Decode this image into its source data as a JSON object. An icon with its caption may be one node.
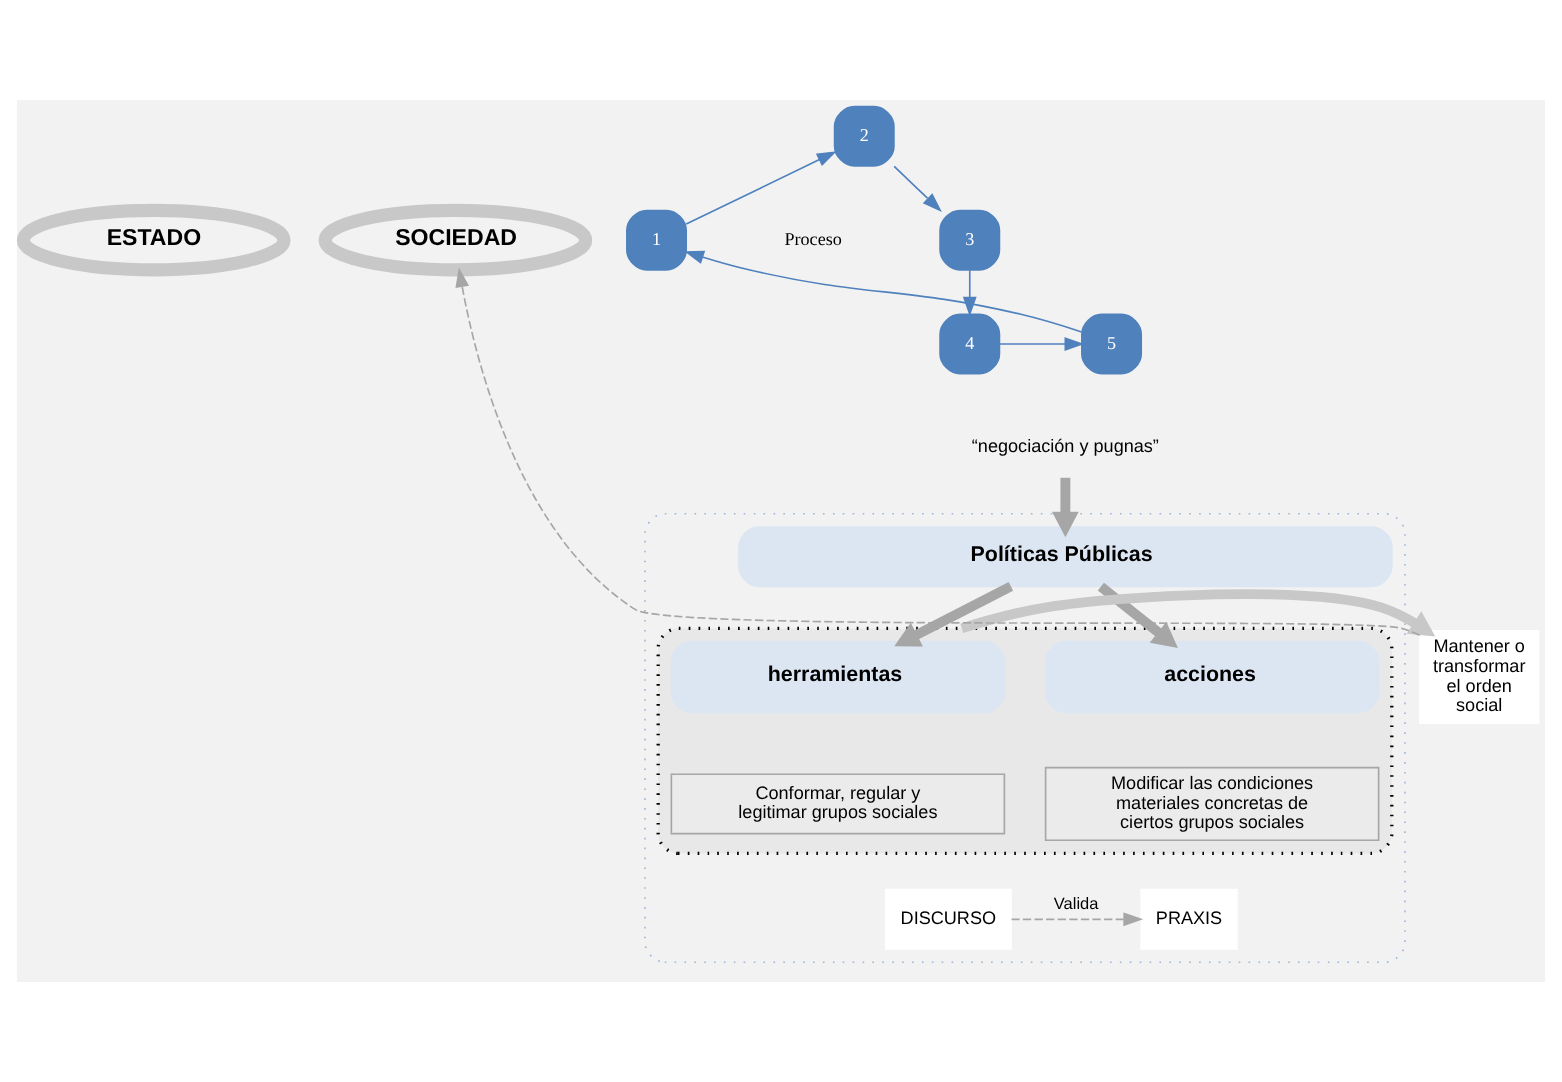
{
  "diagram": {
    "nodes": [
      {
        "text": [
          "ESTADO"
        ]
      },
      {
        "text": [
          "SOCIEDAD"
        ]
      },
      {
        "text": [
          "1"
        ]
      },
      {
        "text": [
          "2"
        ]
      },
      {
        "text": [
          "3"
        ]
      },
      {
        "text": [
          "4"
        ]
      },
      {
        "text": [
          "5"
        ]
      },
      {
        "text": [
          "“negociación y pugnas”"
        ]
      },
      {
        "text": [],
        "shape": "box"
      },
      {
        "text": [
          "Políticas Públicas"
        ],
        "in": 8
      },
      {
        "text": [],
        "shape": "box",
        "in": 8
      },
      {
        "text": [
          "herramientas"
        ],
        "in": 10
      },
      {
        "text": [
          "acciones"
        ],
        "in": 10
      },
      {
        "text": [
          "Conformar, regular y legitimar grupos sociales"
        ],
        "in": 10
      },
      {
        "text": [
          "Modificar las condiciones materiales concretas de ciertos grupos sociales"
        ],
        "in": 10
      },
      {
        "text": [
          "DISCURSO"
        ],
        "in": 8
      },
      {
        "text": [
          "PRAXIS"
        ],
        "in": 8
      },
      {
        "text": [
          "Mantener o transformar el orden social"
        ]
      }
    ],
    "edges": [
      {
        "from": 2,
        "to": 3,
        "arrow": "to"
      },
      {
        "from": 3,
        "to": 4,
        "arrow": "to"
      },
      {
        "from": 4,
        "to": 5,
        "arrow": "to"
      },
      {
        "from": 5,
        "to": 6,
        "arrow": "to"
      },
      {
        "from": 6,
        "to": 2,
        "arrow": "to"
      },
      {
        "from": 7,
        "to": 9,
        "arrow": "to",
        "style": "thick",
        "color": "#a6a6a6"
      },
      {
        "from": 9,
        "to": 11,
        "arrow": "to",
        "style": "thick",
        "color": "#a6a6a6"
      },
      {
        "from": 9,
        "to": 12,
        "arrow": "to",
        "style": "thick",
        "color": "#a6a6a6"
      },
      {
        "from": 10,
        "to": 17,
        "arrow": "to",
        "style": "thick",
        "color": "#c8c8c8"
      },
      {
        "from": 15,
        "to": 16,
        "arrow": "to",
        "label": "Valida",
        "style": "dashed",
        "color": "#a6a6a6"
      },
      {
        "from": 17,
        "to": 1,
        "arrow": "to",
        "style": "dashed",
        "color": "#a6a6a6"
      }
    ],
    "labels": [
      "Proceso"
    ]
  }
}
